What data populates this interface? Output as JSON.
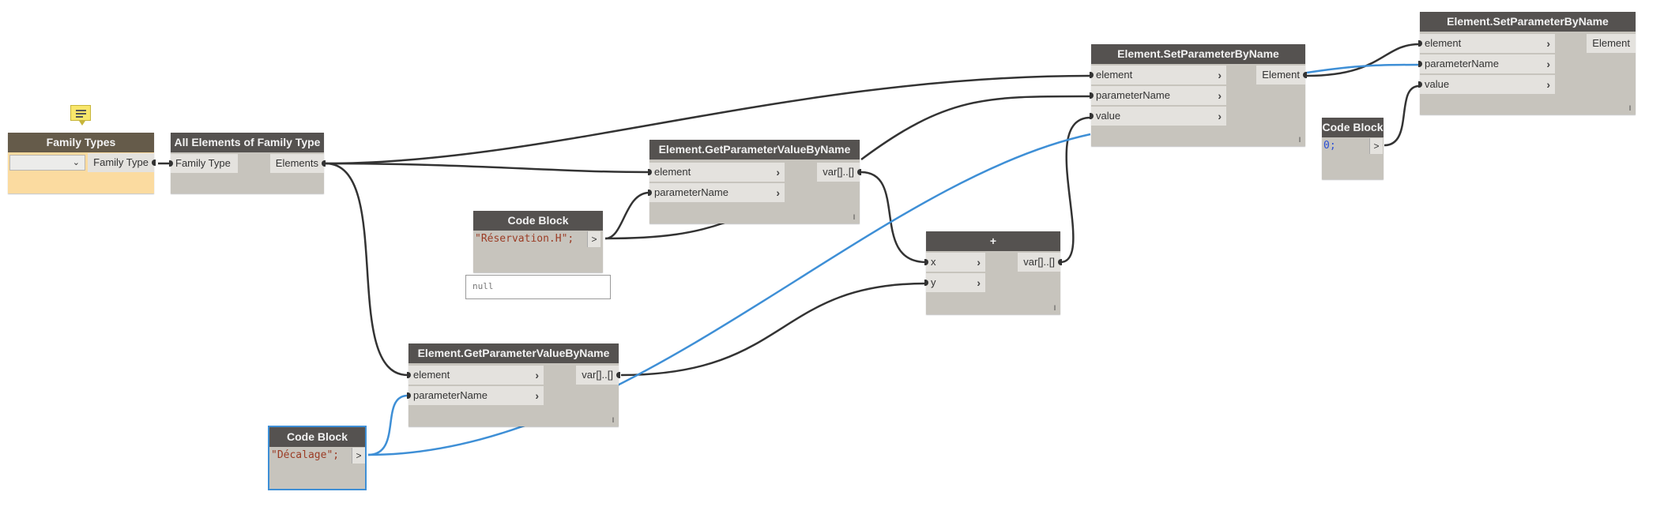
{
  "colors": {
    "wire_dark": "#333333",
    "wire_selected": "#3e8fd6",
    "node_header": "#555250",
    "node_body": "#c7c4bd",
    "family_body": "#fbdba0"
  },
  "note": {
    "icon": "note-icon"
  },
  "family_types": {
    "title": "Family Types",
    "dropdown_value": "",
    "output": "Family Type"
  },
  "all_elements": {
    "title": "All Elements of Family Type",
    "input": "Family Type",
    "output": "Elements"
  },
  "get_param_1": {
    "title": "Element.GetParameterValueByName",
    "inputs": [
      "element",
      "parameterName"
    ],
    "output": "var[]..[]",
    "lacing": "l"
  },
  "code_block_reservation": {
    "title": "Code Block",
    "code": "\"Réservation.H\";",
    "arrow": ">"
  },
  "preview_null": {
    "text": "null"
  },
  "get_param_2": {
    "title": "Element.GetParameterValueByName",
    "inputs": [
      "element",
      "parameterName"
    ],
    "output": "var[]..[]",
    "lacing": "l"
  },
  "code_block_decalage": {
    "title": "Code Block",
    "code": "\"Décalage\";",
    "arrow": ">"
  },
  "add_node": {
    "title": "+",
    "inputs": [
      "x",
      "y"
    ],
    "output": "var[]..[]",
    "lacing": "l"
  },
  "set_param_1": {
    "title": "Element.SetParameterByName",
    "inputs": [
      "element",
      "parameterName",
      "value"
    ],
    "output": "Element",
    "lacing": "l"
  },
  "code_block_zero": {
    "title": "Code Block",
    "code": "0;",
    "arrow": ">"
  },
  "set_param_2": {
    "title": "Element.SetParameterByName",
    "inputs": [
      "element",
      "parameterName",
      "value"
    ],
    "output": "Element",
    "lacing": "l"
  }
}
